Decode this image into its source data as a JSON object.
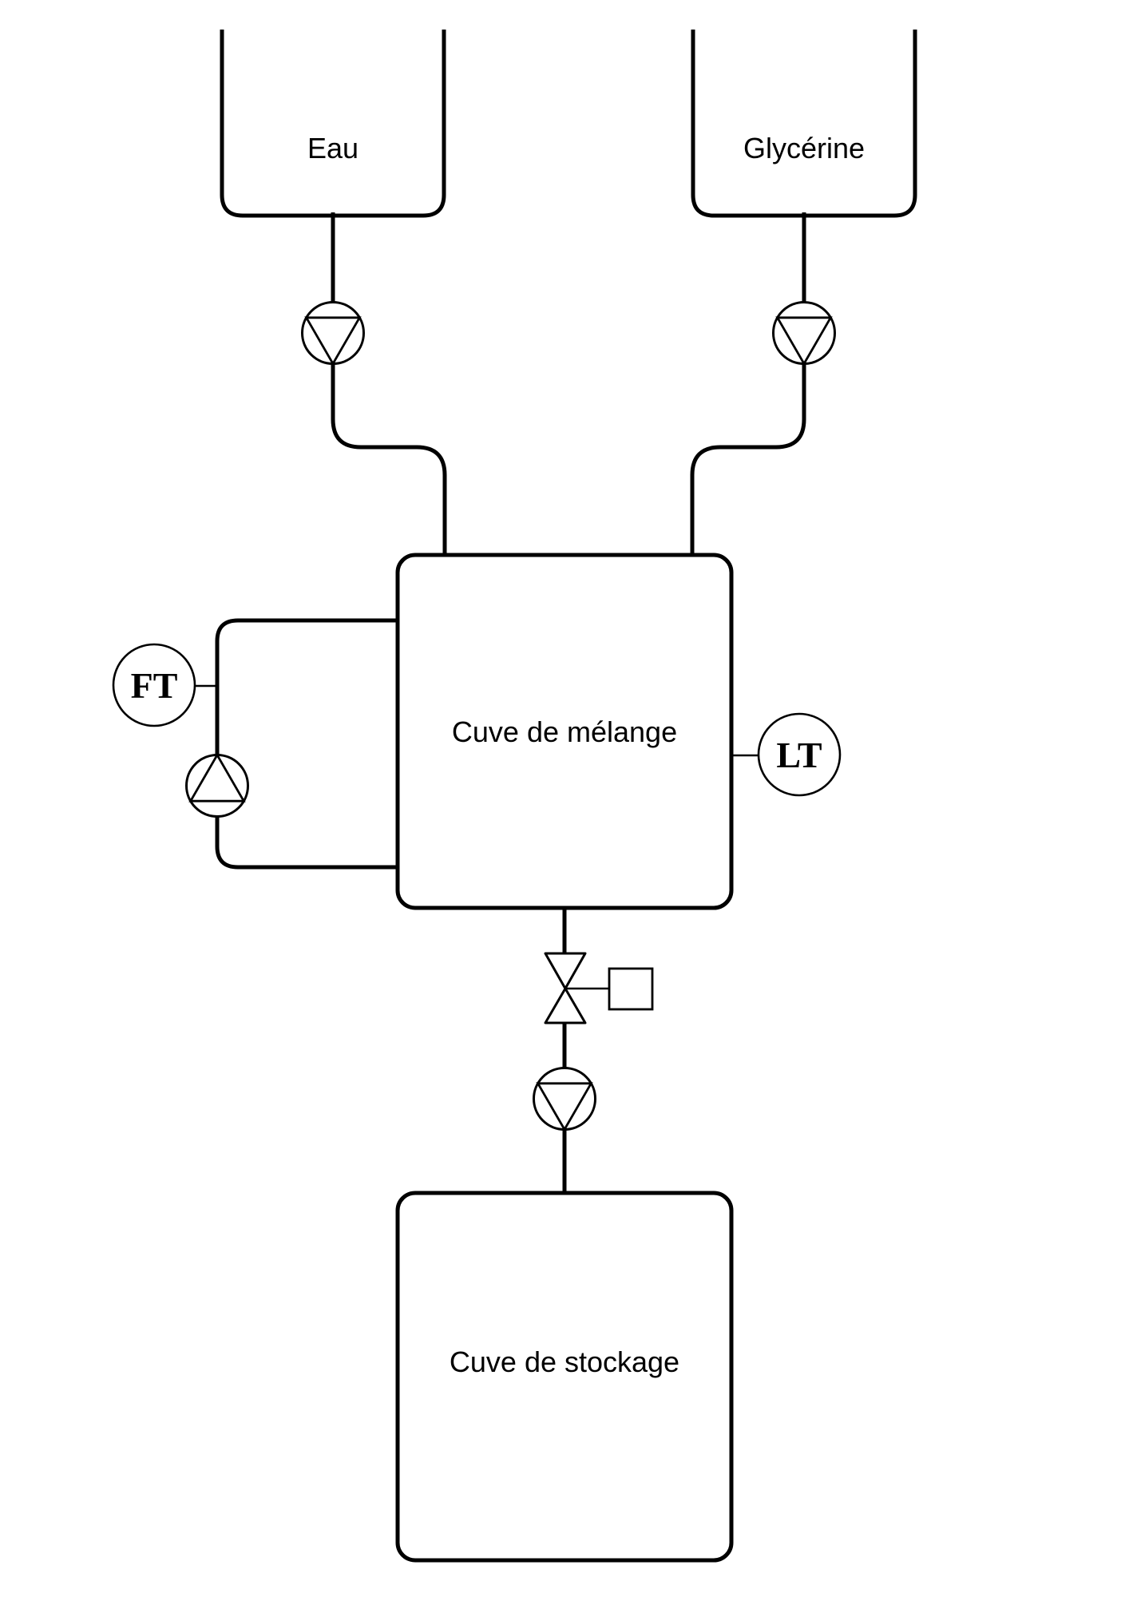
{
  "tanks": {
    "eau": {
      "label": "Eau"
    },
    "glycerine": {
      "label": "Glycérine"
    },
    "mixing": {
      "label": "Cuve de mélange"
    },
    "storage": {
      "label": "Cuve de stockage"
    }
  },
  "instruments": {
    "flow_transmitter": {
      "label": "FT"
    },
    "level_transmitter": {
      "label": "LT"
    }
  },
  "icons": {
    "pump": "circle-with-inscribed-triangle",
    "valve": "bowtie-two-triangles",
    "actuator": "square-box"
  },
  "colors": {
    "line": "#000000",
    "background": "#ffffff"
  }
}
